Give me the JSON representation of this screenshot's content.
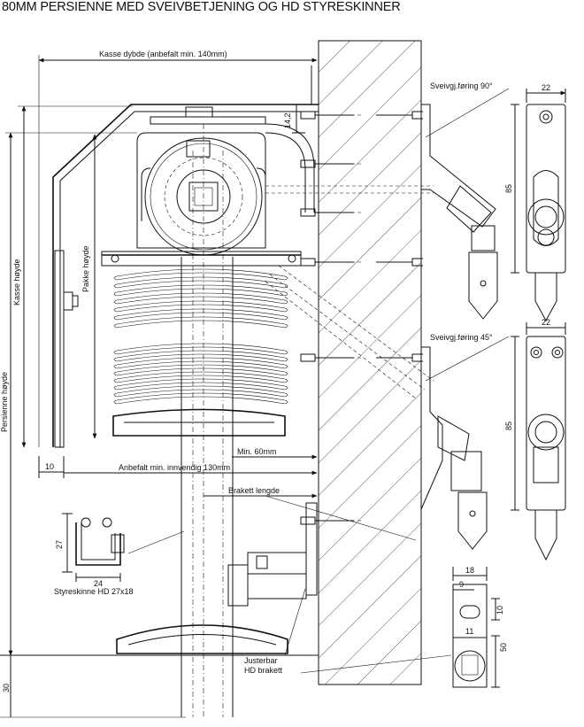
{
  "title": "80MM PERSIENNE MED SVEIVBETJENING OG HD STYRESKINNER",
  "labels": {
    "kasse_dybde": "Kasse dybde (anbefalt min. 140mm)",
    "kasse_hoyde": "Kasse høyde",
    "pakke_hoyde": "Pakke høyde",
    "persienne_hoyde": "Persienne høyde",
    "min_60": "Min. 60mm",
    "anbefalt_130": "Anbefalt min. innvendig 130mm",
    "brakett_lengde": "Brakett lengde",
    "styreskinne": "Styreskinne HD 27x18",
    "justerbar_1": "Justerbar",
    "justerbar_2": "HD brakett",
    "sveivgj_90": "Sveivgj.føring 90°",
    "sveivgj_45": "Sveivgj.føring 45°"
  },
  "dimensions": {
    "d_14_2": "14,2",
    "d_10_left": "10",
    "d_27": "27",
    "d_24": "24",
    "d_30": "30",
    "d_22_top": "22",
    "d_85_top": "85",
    "d_22_mid": "22",
    "d_85_mid": "85",
    "d_18": "18",
    "d_9": "9",
    "d_10_right": "10",
    "d_11": "11",
    "d_50": "50"
  }
}
